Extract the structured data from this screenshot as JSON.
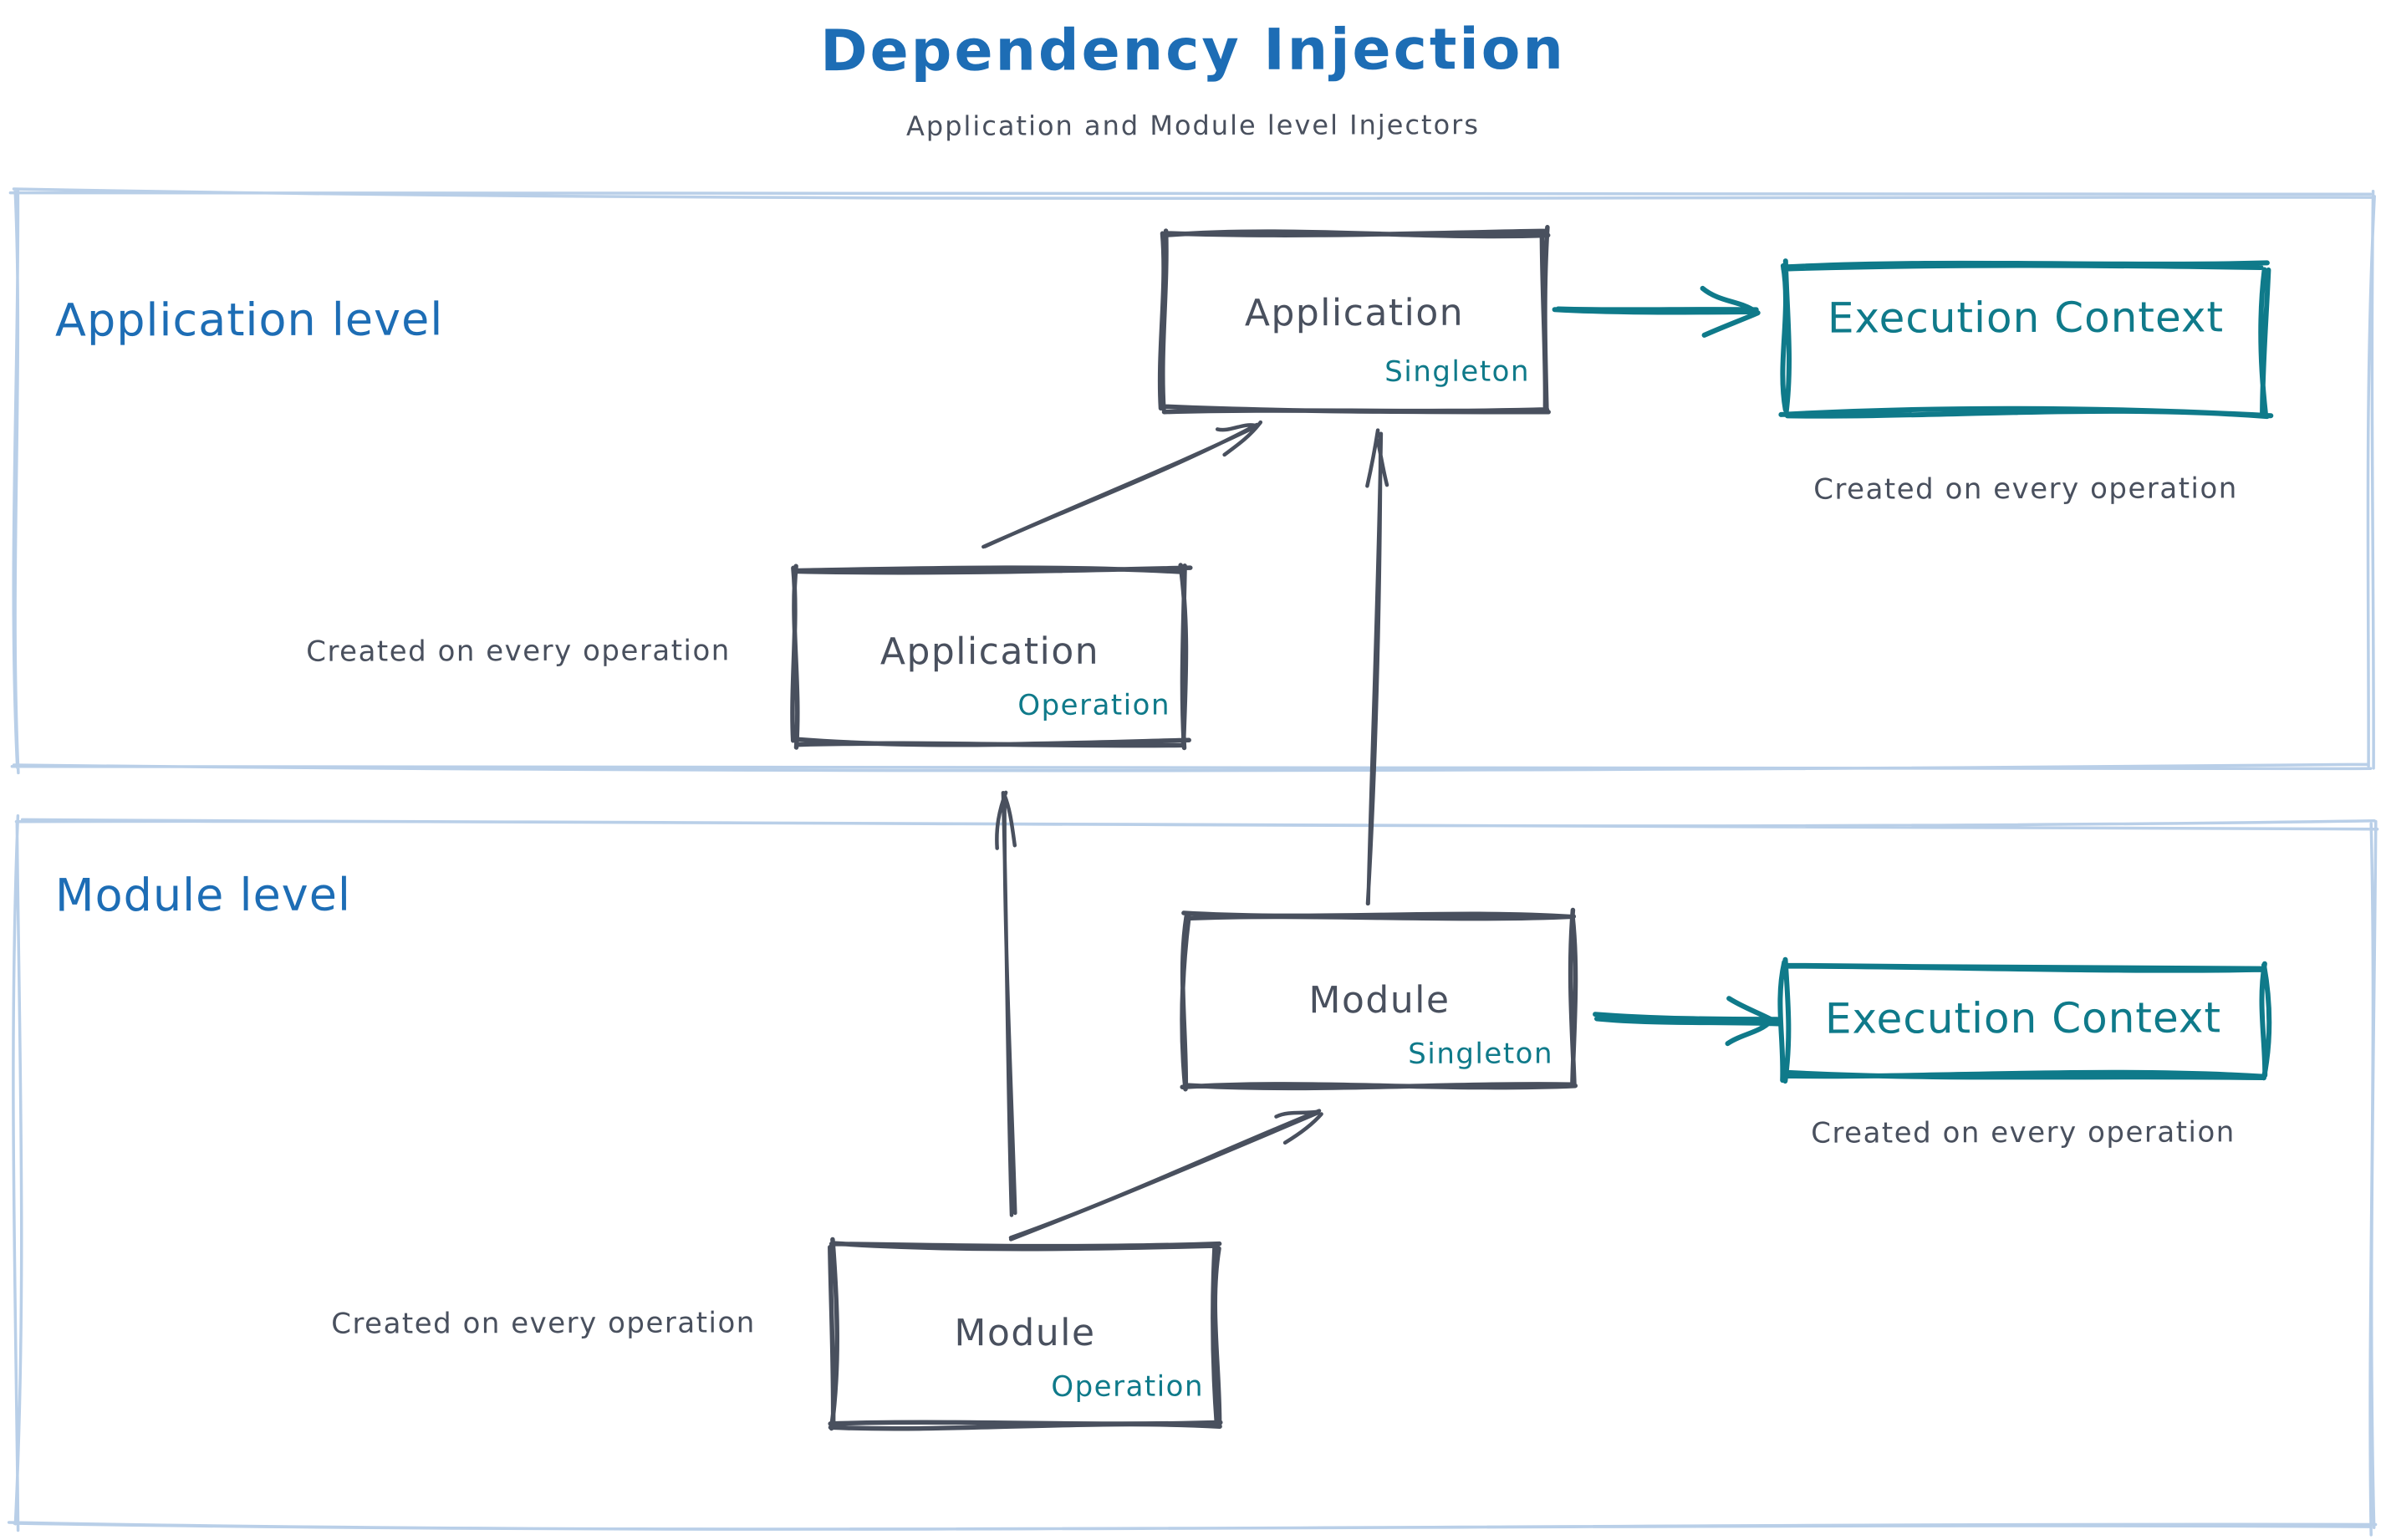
{
  "title": "Dependency Injection",
  "subtitle": "Application and Module level Injectors",
  "colors": {
    "heading_blue": "#1d6db5",
    "ink": "#49505e",
    "teal": "#0f7a8a",
    "section_frame": "#b9cfe8"
  },
  "application_level": {
    "label": "Application level",
    "singleton": {
      "title": "Application",
      "scope": "Singleton"
    },
    "operation": {
      "title": "Application",
      "scope": "Operation"
    },
    "operation_note": "Created on every operation",
    "execution_context": {
      "title": "Execution Context",
      "note": "Created on every operation"
    }
  },
  "module_level": {
    "label": "Module level",
    "singleton": {
      "title": "Module",
      "scope": "Singleton"
    },
    "operation": {
      "title": "Module",
      "scope": "Operation"
    },
    "operation_note": "Created on every operation",
    "execution_context": {
      "title": "Execution Context",
      "note": "Created on every operation"
    }
  }
}
